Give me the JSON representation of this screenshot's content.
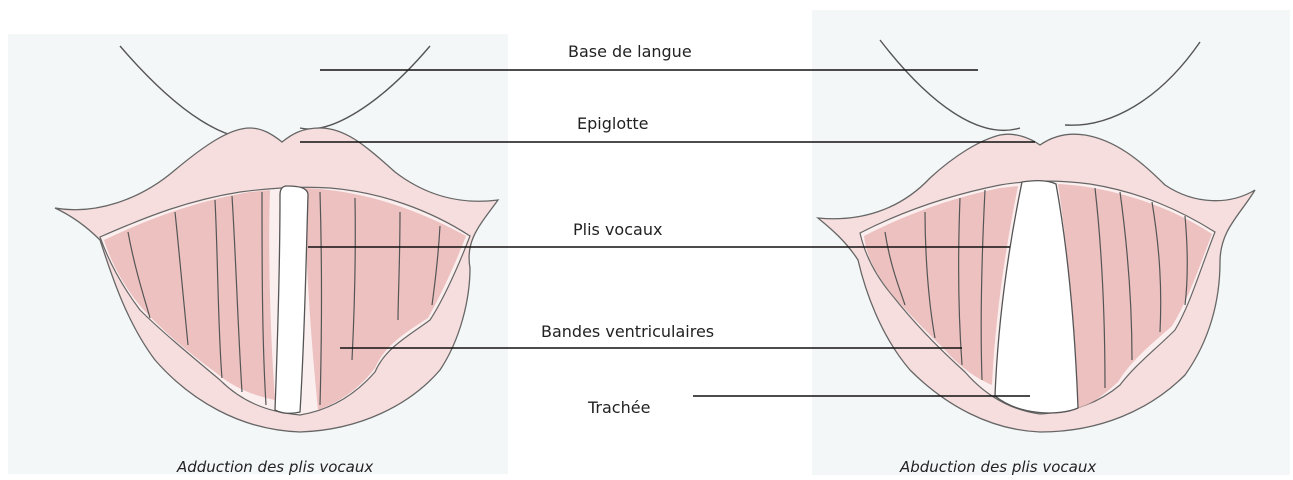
{
  "labels": {
    "base_langue": "Base de langue",
    "epiglotte": "Epiglotte",
    "plis_vocaux": "Plis vocaux",
    "bandes_ventriculaires": "Bandes ventriculaires",
    "trachee": "Trachée"
  },
  "captions": {
    "left": "Adduction des plis vocaux",
    "right": "Abduction des plis vocaux"
  },
  "colors": {
    "mucosa": "#f7dede",
    "fold_tissue": "#e9b9b7",
    "outline": "#555555",
    "background_panel": "#f4f7f8"
  }
}
